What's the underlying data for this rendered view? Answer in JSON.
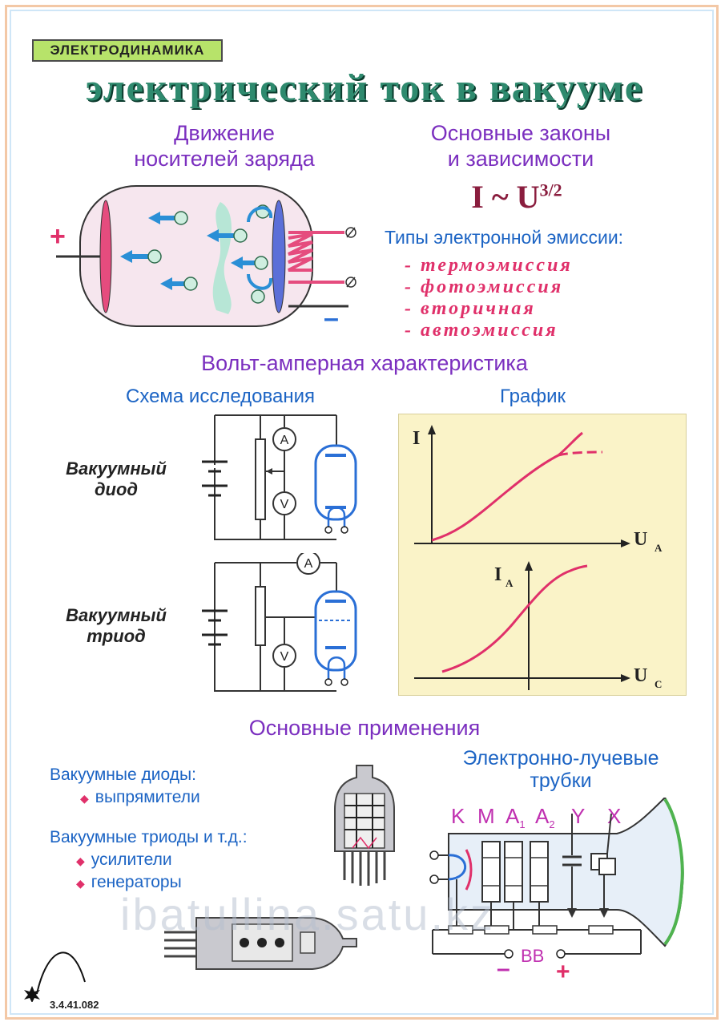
{
  "section_tag": "ЭЛЕКТРОДИНАМИКА",
  "title": "электрический ток в вакууме",
  "movement": {
    "heading_line1": "Движение",
    "heading_line2": "носителей заряда",
    "plus": "+",
    "minus": "–"
  },
  "laws": {
    "heading_line1": "Основные законы",
    "heading_line2": "и зависимости",
    "formula_base": "I ~ U",
    "formula_exp": "3/2"
  },
  "emission": {
    "heading": "Типы электронной эмиссии:",
    "items": [
      "- термоэмиссия",
      "- фотоэмиссия",
      "- вторичная",
      "- автоэмиссия"
    ]
  },
  "vac": {
    "heading": "Вольт-амперная характеристика",
    "scheme_heading": "Схема исследования",
    "graph_heading": "График",
    "diode_label_1": "Вакуумный",
    "diode_label_2": "диод",
    "triode_label_1": "Вакуумный",
    "triode_label_2": "триод",
    "meter_a": "A",
    "meter_v": "V",
    "graph1_y": "I",
    "graph1_x": "U",
    "graph1_x_sub": "A",
    "graph2_y": "I",
    "graph2_y_sub": "A",
    "graph2_x": "U",
    "graph2_x_sub": "C"
  },
  "applications": {
    "heading": "Основные применения",
    "diodes_heading": "Вакуумные диоды:",
    "diodes_items": [
      "выпрямители"
    ],
    "triodes_heading": "Вакуумные триоды и т.д.:",
    "triodes_items": [
      "усилители",
      "генераторы"
    ],
    "crt_heading_line1": "Электронно-лучевые",
    "crt_heading_line2": "трубки",
    "crt_labels": {
      "k": "K",
      "m": "M",
      "a": "A",
      "a1": "1",
      "a2": "2",
      "y": "Y",
      "x": "X"
    },
    "power_label": "ВВ",
    "minus": "–",
    "plus": "+"
  },
  "watermark": "ibatullina.satu.kz",
  "code": "3.4.41.082",
  "colors": {
    "violet": "#7b2fbf",
    "blue": "#1c64c4",
    "pink": "#e0306a",
    "green": "#2e8a6e",
    "graph_bg": "#faf3c8"
  }
}
